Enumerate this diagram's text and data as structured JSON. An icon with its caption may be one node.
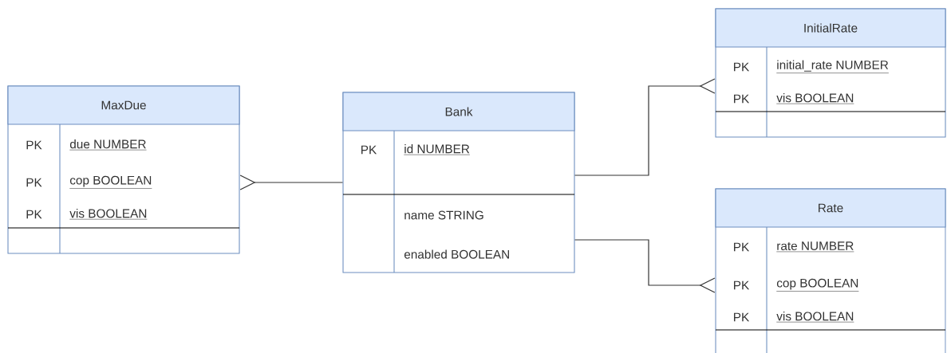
{
  "diagram": {
    "nodes": [
      {
        "text": [
          "MaxDue",
          "PK",
          "due NUMBER",
          "PK",
          "cop BOOLEAN",
          "PK",
          "vis BOOLEAN"
        ]
      },
      {
        "text": [
          "Bank",
          "PK",
          "id NUMBER",
          "name STRING",
          "enabled BOOLEAN"
        ]
      },
      {
        "text": [
          "InitialRate",
          "PK",
          "initial_rate NUMBER",
          "PK",
          "vis BOOLEAN"
        ]
      },
      {
        "text": [
          "Rate",
          "PK",
          "rate NUMBER",
          "PK",
          "cop BOOLEAN",
          "PK",
          "vis BOOLEAN"
        ]
      }
    ],
    "edges": [
      {
        "from": 1,
        "to": 0,
        "arrow": "other"
      },
      {
        "from": 1,
        "to": 2,
        "arrow": "other"
      },
      {
        "from": 1,
        "to": 3,
        "arrow": "other"
      }
    ]
  }
}
